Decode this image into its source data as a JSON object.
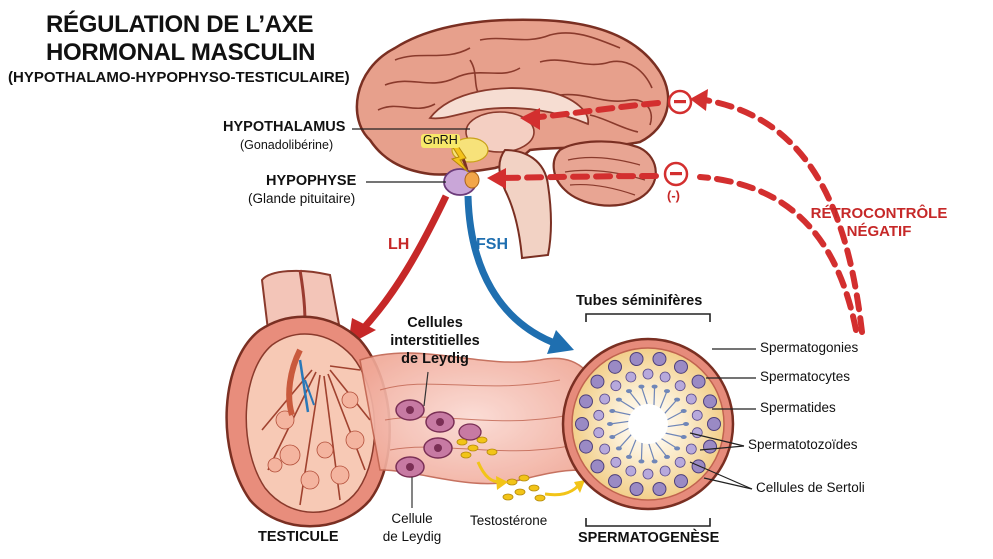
{
  "title_line1": "RÉGULATION DE L’AXE",
  "title_line2": "HORMONAL MASCULIN",
  "subtitle": "(HYPOTHALAMO-HYPOPHYSO-TESTICULAIRE)",
  "hypothalamus": {
    "name": "HYPOTHALAMUS",
    "sub": "(Gonadolibérine)"
  },
  "gnrh": "GnRH",
  "hypophyse": {
    "name": "HYPOPHYSE",
    "sub": "(Glande pituitaire)"
  },
  "lh": "LH",
  "fsh": "FSH",
  "feedback": {
    "line1": "RÉTROCONTRÔLE",
    "line2": "NÉGATIF",
    "minus_symbol": "⊖",
    "minus_text": "(-)"
  },
  "leydig_interstitial": {
    "line1": "Cellules",
    "line2": "interstitielles",
    "line3": "de Leydig"
  },
  "leydig_cell": {
    "line1": "Cellule",
    "line2": "de Leydig"
  },
  "testosterone": "Testostérone",
  "testicule": "TESTICULE",
  "tubes": "Tubes séminifères",
  "spermatogenese": "SPERMATOGENÈSE",
  "tubule_labels": [
    "Spermatogonies",
    "Spermatocytes",
    "Spermatides",
    "Spermatotozoïdes",
    "Cellules de Sertoli"
  ],
  "colors": {
    "feedback_red": "#d32f2f",
    "lh_red": "#c62828",
    "fsh_blue": "#1f6fb0",
    "testosterone_yellow": "#f2c418",
    "brain_pink": "#e9a28f"
  }
}
